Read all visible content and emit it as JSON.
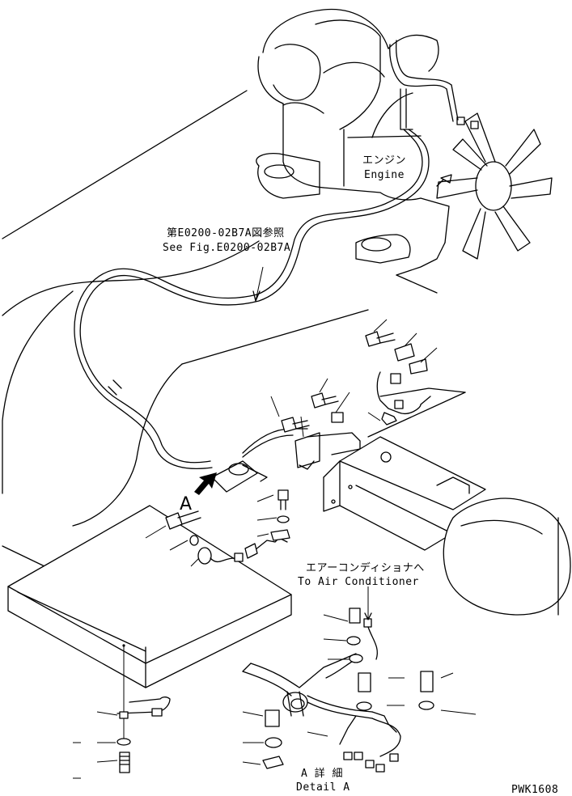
{
  "labels": {
    "engine_jp": "エンジン",
    "engine_en": "Engine",
    "see_fig_jp": "第E0200-02B7A図参照",
    "see_fig_en": "See Fig.E0200-02B7A",
    "view_letter": "A",
    "aircon_jp": "エアーコンディショナへ",
    "aircon_en": "To Air Conditioner",
    "detail_jp": "A 詳 細",
    "detail_en": "Detail A",
    "drawing_code": "PWK1608"
  }
}
